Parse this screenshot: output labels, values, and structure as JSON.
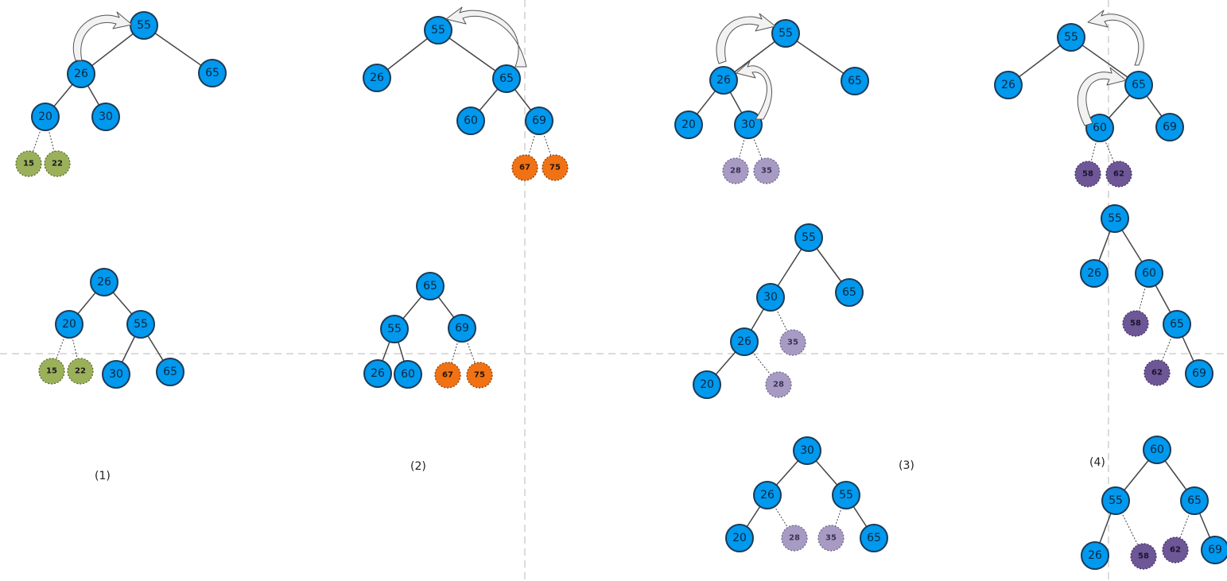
{
  "colors": {
    "regular_fill": "#0099ee",
    "regular_stroke": "#1a3a55",
    "edge": "#444444",
    "divider": "#c8c8c8",
    "green": "#9bb05a",
    "orange": "#f07214",
    "lavender": "#a79bc4",
    "purple": "#6e5796",
    "arrow_fill": "#f2f2f2",
    "arrow_stroke": "#555555"
  },
  "captions": {
    "c1": "(1)",
    "c2": "(2)",
    "c3": "(3)",
    "c4": "(4)"
  },
  "trees": [
    {
      "id": "tree-1-before",
      "nodes": [
        {
          "id": "a55",
          "label": "55",
          "kind": "regular"
        },
        {
          "id": "a26",
          "label": "26",
          "kind": "regular"
        },
        {
          "id": "a65",
          "label": "65",
          "kind": "regular"
        },
        {
          "id": "a20",
          "label": "20",
          "kind": "regular"
        },
        {
          "id": "a30",
          "label": "30",
          "kind": "regular"
        },
        {
          "id": "a15",
          "label": "15",
          "kind": "green"
        },
        {
          "id": "a22",
          "label": "22",
          "kind": "green"
        }
      ],
      "edges": [
        [
          "a55",
          "a26",
          "solid"
        ],
        [
          "a55",
          "a65",
          "solid"
        ],
        [
          "a26",
          "a20",
          "solid"
        ],
        [
          "a26",
          "a30",
          "solid"
        ],
        [
          "a20",
          "a15",
          "dotted"
        ],
        [
          "a20",
          "a22",
          "dotted"
        ]
      ]
    },
    {
      "id": "tree-1-after",
      "nodes": [
        {
          "id": "b26",
          "label": "26",
          "kind": "regular"
        },
        {
          "id": "b20",
          "label": "20",
          "kind": "regular"
        },
        {
          "id": "b55",
          "label": "55",
          "kind": "regular"
        },
        {
          "id": "b15",
          "label": "15",
          "kind": "green"
        },
        {
          "id": "b22",
          "label": "22",
          "kind": "green"
        },
        {
          "id": "b30",
          "label": "30",
          "kind": "regular"
        },
        {
          "id": "b65",
          "label": "65",
          "kind": "regular"
        }
      ],
      "edges": [
        [
          "b26",
          "b20",
          "solid"
        ],
        [
          "b26",
          "b55",
          "solid"
        ],
        [
          "b20",
          "b15",
          "dotted"
        ],
        [
          "b20",
          "b22",
          "dotted"
        ],
        [
          "b55",
          "b30",
          "solid"
        ],
        [
          "b55",
          "b65",
          "solid"
        ]
      ]
    },
    {
      "id": "tree-2-before",
      "nodes": [
        {
          "id": "c55",
          "label": "55",
          "kind": "regular"
        },
        {
          "id": "c26",
          "label": "26",
          "kind": "regular"
        },
        {
          "id": "c65",
          "label": "65",
          "kind": "regular"
        },
        {
          "id": "c60",
          "label": "60",
          "kind": "regular"
        },
        {
          "id": "c69",
          "label": "69",
          "kind": "regular"
        },
        {
          "id": "c67",
          "label": "67",
          "kind": "orange"
        },
        {
          "id": "c75",
          "label": "75",
          "kind": "orange"
        }
      ],
      "edges": [
        [
          "c55",
          "c26",
          "solid"
        ],
        [
          "c55",
          "c65",
          "solid"
        ],
        [
          "c65",
          "c60",
          "solid"
        ],
        [
          "c65",
          "c69",
          "solid"
        ],
        [
          "c69",
          "c67",
          "dotted"
        ],
        [
          "c69",
          "c75",
          "dotted"
        ]
      ]
    },
    {
      "id": "tree-2-after",
      "nodes": [
        {
          "id": "d65",
          "label": "65",
          "kind": "regular"
        },
        {
          "id": "d55",
          "label": "55",
          "kind": "regular"
        },
        {
          "id": "d69",
          "label": "69",
          "kind": "regular"
        },
        {
          "id": "d26",
          "label": "26",
          "kind": "regular"
        },
        {
          "id": "d60",
          "label": "60",
          "kind": "regular"
        },
        {
          "id": "d67",
          "label": "67",
          "kind": "orange"
        },
        {
          "id": "d75",
          "label": "75",
          "kind": "orange"
        }
      ],
      "edges": [
        [
          "d65",
          "d55",
          "solid"
        ],
        [
          "d65",
          "d69",
          "solid"
        ],
        [
          "d55",
          "d26",
          "solid"
        ],
        [
          "d55",
          "d60",
          "solid"
        ],
        [
          "d69",
          "d67",
          "dotted"
        ],
        [
          "d69",
          "d75",
          "dotted"
        ]
      ]
    },
    {
      "id": "tree-3-before",
      "nodes": [
        {
          "id": "e55",
          "label": "55",
          "kind": "regular"
        },
        {
          "id": "e26",
          "label": "26",
          "kind": "regular"
        },
        {
          "id": "e65",
          "label": "65",
          "kind": "regular"
        },
        {
          "id": "e20",
          "label": "20",
          "kind": "regular"
        },
        {
          "id": "e30",
          "label": "30",
          "kind": "regular"
        },
        {
          "id": "e28",
          "label": "28",
          "kind": "lavender"
        },
        {
          "id": "e35",
          "label": "35",
          "kind": "lavender"
        }
      ],
      "edges": [
        [
          "e55",
          "e26",
          "solid"
        ],
        [
          "e55",
          "e65",
          "solid"
        ],
        [
          "e26",
          "e20",
          "solid"
        ],
        [
          "e26",
          "e30",
          "solid"
        ],
        [
          "e30",
          "e28",
          "dotted"
        ],
        [
          "e30",
          "e35",
          "dotted"
        ]
      ]
    },
    {
      "id": "tree-3-middle",
      "nodes": [
        {
          "id": "f55",
          "label": "55",
          "kind": "regular"
        },
        {
          "id": "f30",
          "label": "30",
          "kind": "regular"
        },
        {
          "id": "f65",
          "label": "65",
          "kind": "regular"
        },
        {
          "id": "f26",
          "label": "26",
          "kind": "regular"
        },
        {
          "id": "f35",
          "label": "35",
          "kind": "lavender"
        },
        {
          "id": "f20",
          "label": "20",
          "kind": "regular"
        },
        {
          "id": "f28",
          "label": "28",
          "kind": "lavender"
        }
      ],
      "edges": [
        [
          "f55",
          "f30",
          "solid"
        ],
        [
          "f55",
          "f65",
          "solid"
        ],
        [
          "f30",
          "f26",
          "solid"
        ],
        [
          "f30",
          "f35",
          "dotted"
        ],
        [
          "f26",
          "f20",
          "solid"
        ],
        [
          "f26",
          "f28",
          "dotted"
        ]
      ]
    },
    {
      "id": "tree-3-after",
      "nodes": [
        {
          "id": "g30",
          "label": "30",
          "kind": "regular"
        },
        {
          "id": "g26",
          "label": "26",
          "kind": "regular"
        },
        {
          "id": "g55",
          "label": "55",
          "kind": "regular"
        },
        {
          "id": "g20",
          "label": "20",
          "kind": "regular"
        },
        {
          "id": "g28",
          "label": "28",
          "kind": "lavender"
        },
        {
          "id": "g35",
          "label": "35",
          "kind": "lavender"
        },
        {
          "id": "g65",
          "label": "65",
          "kind": "regular"
        }
      ],
      "edges": [
        [
          "g30",
          "g26",
          "solid"
        ],
        [
          "g30",
          "g55",
          "solid"
        ],
        [
          "g26",
          "g20",
          "solid"
        ],
        [
          "g26",
          "g28",
          "dotted"
        ],
        [
          "g55",
          "g35",
          "dotted"
        ],
        [
          "g55",
          "g65",
          "solid"
        ]
      ]
    },
    {
      "id": "tree-4-before",
      "nodes": [
        {
          "id": "h55",
          "label": "55",
          "kind": "regular"
        },
        {
          "id": "h26",
          "label": "26",
          "kind": "regular"
        },
        {
          "id": "h65",
          "label": "65",
          "kind": "regular"
        },
        {
          "id": "h60",
          "label": "60",
          "kind": "regular"
        },
        {
          "id": "h69",
          "label": "69",
          "kind": "regular"
        },
        {
          "id": "h58",
          "label": "58",
          "kind": "purple"
        },
        {
          "id": "h62",
          "label": "62",
          "kind": "purple"
        }
      ],
      "edges": [
        [
          "h55",
          "h26",
          "solid"
        ],
        [
          "h55",
          "h65",
          "solid"
        ],
        [
          "h65",
          "h60",
          "solid"
        ],
        [
          "h65",
          "h69",
          "solid"
        ],
        [
          "h60",
          "h58",
          "dotted"
        ],
        [
          "h60",
          "h62",
          "dotted"
        ]
      ]
    },
    {
      "id": "tree-4-middle",
      "nodes": [
        {
          "id": "i55",
          "label": "55",
          "kind": "regular"
        },
        {
          "id": "i26",
          "label": "26",
          "kind": "regular"
        },
        {
          "id": "i60",
          "label": "60",
          "kind": "regular"
        },
        {
          "id": "i58",
          "label": "58",
          "kind": "purple"
        },
        {
          "id": "i65",
          "label": "65",
          "kind": "regular"
        },
        {
          "id": "i62",
          "label": "62",
          "kind": "purple"
        },
        {
          "id": "i69",
          "label": "69",
          "kind": "regular"
        }
      ],
      "edges": [
        [
          "i55",
          "i26",
          "solid"
        ],
        [
          "i55",
          "i60",
          "solid"
        ],
        [
          "i60",
          "i58",
          "dotted"
        ],
        [
          "i60",
          "i65",
          "solid"
        ],
        [
          "i65",
          "i62",
          "dotted"
        ],
        [
          "i65",
          "i69",
          "solid"
        ]
      ]
    },
    {
      "id": "tree-4-after",
      "nodes": [
        {
          "id": "j60",
          "label": "60",
          "kind": "regular"
        },
        {
          "id": "j55",
          "label": "55",
          "kind": "regular"
        },
        {
          "id": "j65",
          "label": "65",
          "kind": "regular"
        },
        {
          "id": "j26",
          "label": "26",
          "kind": "regular"
        },
        {
          "id": "j58",
          "label": "58",
          "kind": "purple"
        },
        {
          "id": "j62",
          "label": "62",
          "kind": "purple"
        },
        {
          "id": "j69",
          "label": "69",
          "kind": "regular"
        }
      ],
      "edges": [
        [
          "j60",
          "j55",
          "solid"
        ],
        [
          "j60",
          "j65",
          "solid"
        ],
        [
          "j55",
          "j26",
          "solid"
        ],
        [
          "j55",
          "j58",
          "dotted"
        ],
        [
          "j65",
          "j62",
          "dotted"
        ],
        [
          "j65",
          "j69",
          "solid"
        ]
      ]
    }
  ]
}
